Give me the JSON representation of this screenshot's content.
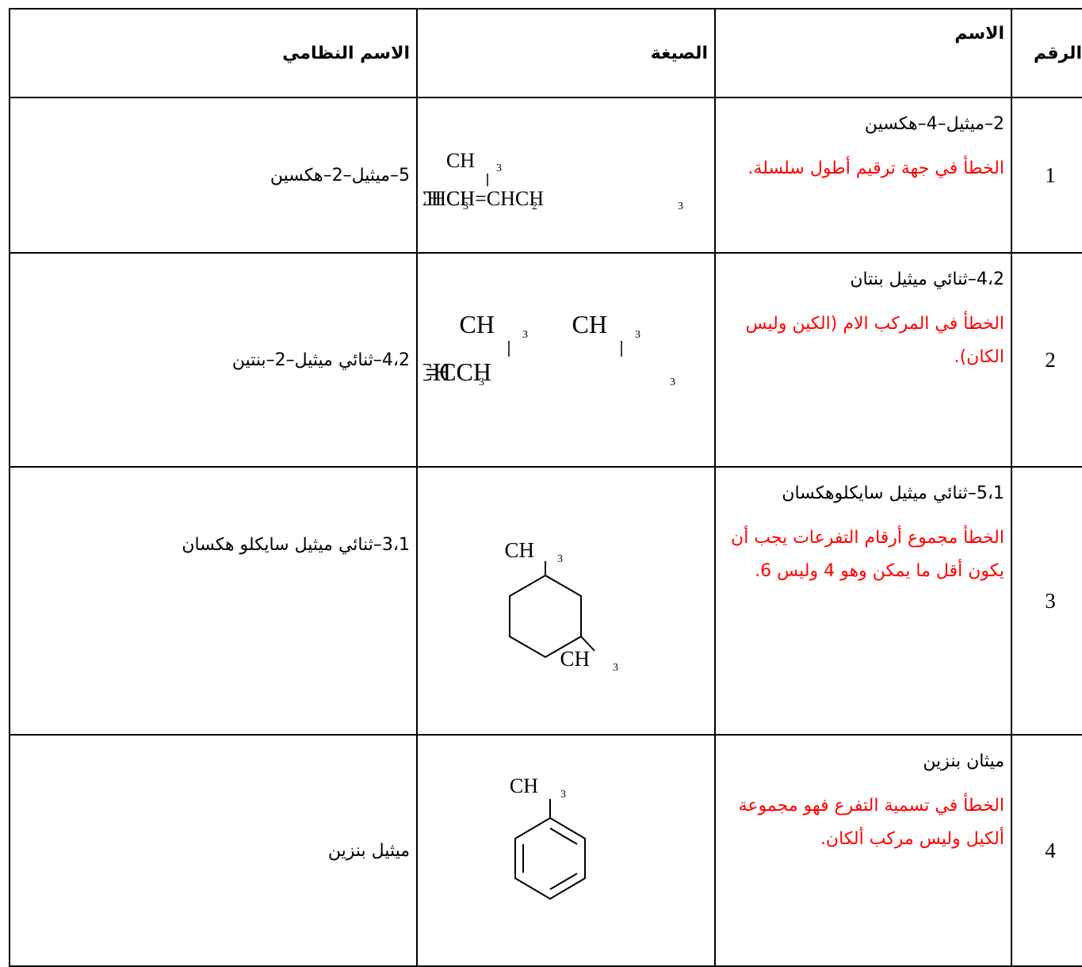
{
  "headers": {
    "num": "الرقم",
    "name": "الاسم",
    "formula": "الصيغة",
    "systematic": "الاسم النظامي"
  },
  "rows": [
    {
      "num": "1",
      "name": "2–ميثيل–4–هكسين",
      "error": "الخطأ في جهة ترقيم أطول سلسلة.",
      "systematic": "5–ميثيل–2–هكسين",
      "formula_text": "CH3CHCH2CH=CHCH3 with CH3 branch"
    },
    {
      "num": "2",
      "name": "4،2–ثنائي ميثيل بنتان",
      "error": "الخطأ في المركب الام (الكين وليس الكان).",
      "systematic": "4،2–ثنائي ميثيل–2–بنتين",
      "formula_text": "CH3CHCH=CCH3 with two CH3 branches"
    },
    {
      "num": "3",
      "name": "5،1–ثنائي ميثيل سايكلوهكسان",
      "error": "الخطأ مجموع أرقام التفرعات يجب أن يكون أقل ما يمكن وهو 4 وليس 6.",
      "systematic": "3،1–ثنائي ميثيل سايكلو هكسان",
      "formula_text": "dimethylcyclohexane ring"
    },
    {
      "num": "4",
      "name": "ميثان بنزين",
      "error": "الخطأ في تسمية التفرع فهو مجموعة ألكيل وليس مركب ألكان.",
      "systematic": "ميثيل بنزين",
      "formula_text": "toluene ring"
    }
  ],
  "formula_labels": {
    "ch": "CH",
    "three": "3",
    "two": "2",
    "row1_main": "CH",
    "row1_mid": "CHCH",
    "row1_tail": "CH=CHCH",
    "row2_main": "CH",
    "row2_mid": "CHCH=CCH"
  }
}
